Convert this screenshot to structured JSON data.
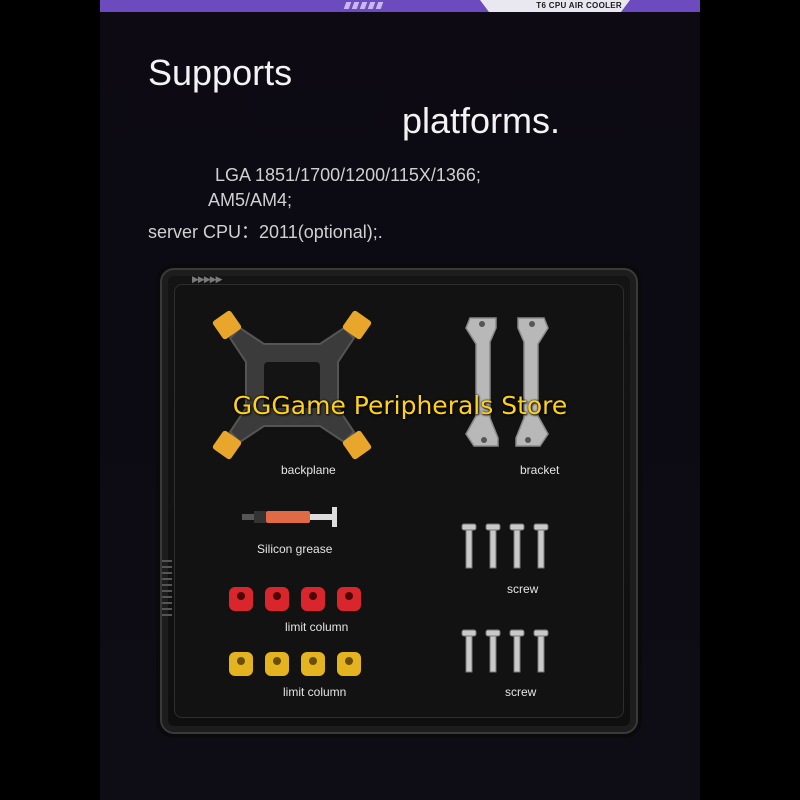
{
  "header": {
    "banner_text": "T6 CPU AIR COOLER"
  },
  "headline": {
    "line1": "Supports",
    "line2": "platforms."
  },
  "specs": {
    "line1": "LGA 1851/1700/1200/115X/1366;",
    "line2": "AM5/AM4;",
    "line3": "server CPU：2011(optional);."
  },
  "parts": {
    "backplane": "backplane",
    "bracket": "bracket",
    "grease": "Silicon grease",
    "screw_1": "screw",
    "limit_red": "limit column",
    "limit_yellow": "limit column",
    "screw_2": "screw"
  },
  "watermark": "GGGame Peripherals Store",
  "colors": {
    "accent_purple": "#6b4bbd",
    "pad_orange": "#e8a62a",
    "column_red": "#d9252c",
    "column_yellow": "#e3b41f",
    "watermark_yellow": "#ffd21a"
  }
}
